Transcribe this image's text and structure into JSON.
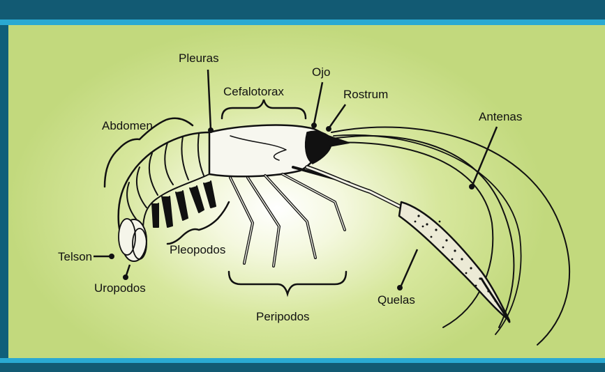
{
  "labels": {
    "pleuras": "Pleuras",
    "ojo": "Ojo",
    "cefalotorax": "Cefalotorax",
    "rostrum": "Rostrum",
    "abdomen": "Abdomen",
    "antenas": "Antenas",
    "telson": "Telson",
    "uropodos": "Uropodos",
    "pleopodos": "Pleopodos",
    "quelas": "Quelas",
    "peripodos": "Peripodos"
  },
  "colors": {
    "frame_dark": "#125a73",
    "frame_stripe": "#2aa9d2",
    "panel_center": "#ffffff",
    "panel_edge": "#c2d97d",
    "ink": "#111111"
  }
}
